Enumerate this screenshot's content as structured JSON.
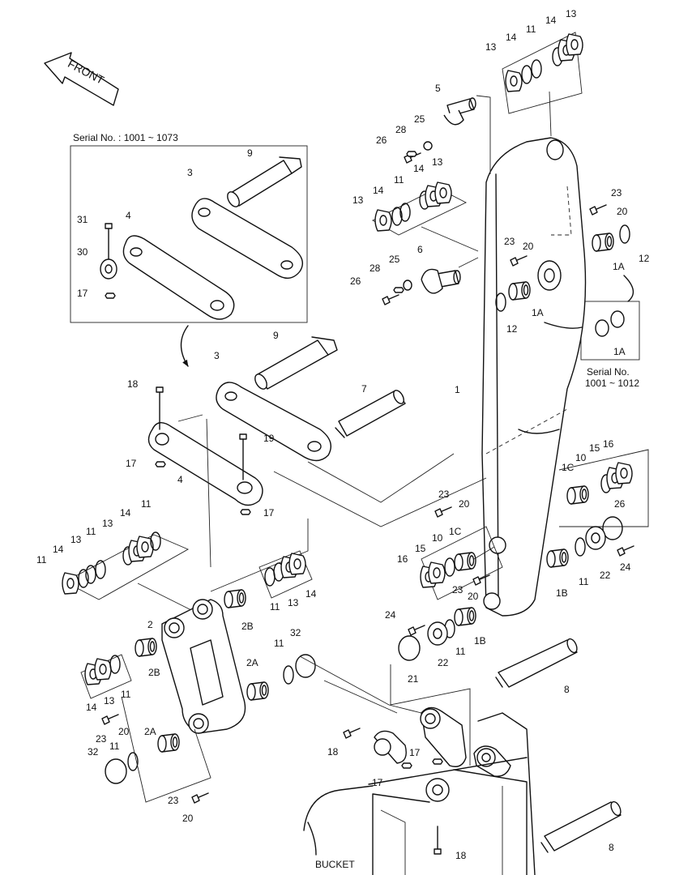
{
  "front_label": "FRONT",
  "inset_main_serial": "Serial No. : 1001 ~ 1073",
  "inset_small_serial_line1": "Serial No.",
  "inset_small_serial_line2": "1001 ~ 1012",
  "bucket_label": "BUCKET",
  "callouts": [
    {
      "id": "c13a",
      "text": "13"
    },
    {
      "id": "c14a",
      "text": "14"
    },
    {
      "id": "c11a",
      "text": "11"
    },
    {
      "id": "c13b",
      "text": "13"
    },
    {
      "id": "c14b",
      "text": "14"
    },
    {
      "id": "c5",
      "text": "5"
    },
    {
      "id": "c25a",
      "text": "25"
    },
    {
      "id": "c28a",
      "text": "28"
    },
    {
      "id": "c26a",
      "text": "26"
    },
    {
      "id": "c13c",
      "text": "13"
    },
    {
      "id": "c14c",
      "text": "14"
    },
    {
      "id": "c11c",
      "text": "11"
    },
    {
      "id": "c14d",
      "text": "14"
    },
    {
      "id": "c13d",
      "text": "13"
    },
    {
      "id": "c23a",
      "text": "23"
    },
    {
      "id": "c20a",
      "text": "20"
    },
    {
      "id": "c23b",
      "text": "23"
    },
    {
      "id": "c20b",
      "text": "20"
    },
    {
      "id": "c6",
      "text": "6"
    },
    {
      "id": "c25b",
      "text": "25"
    },
    {
      "id": "c28b",
      "text": "28"
    },
    {
      "id": "c26b",
      "text": "26"
    },
    {
      "id": "c1A_a",
      "text": "1A"
    },
    {
      "id": "c12a",
      "text": "12"
    },
    {
      "id": "c1A_b",
      "text": "1A"
    },
    {
      "id": "c12b",
      "text": "12"
    },
    {
      "id": "c1A_c",
      "text": "1A"
    },
    {
      "id": "c9a",
      "text": "9"
    },
    {
      "id": "c3a",
      "text": "3"
    },
    {
      "id": "c31",
      "text": "31"
    },
    {
      "id": "c4a",
      "text": "4"
    },
    {
      "id": "c30",
      "text": "30"
    },
    {
      "id": "c17a",
      "text": "17"
    },
    {
      "id": "c9b",
      "text": "9"
    },
    {
      "id": "c3b",
      "text": "3"
    },
    {
      "id": "c7",
      "text": "7"
    },
    {
      "id": "c1",
      "text": "1"
    },
    {
      "id": "c18a",
      "text": "18"
    },
    {
      "id": "c19",
      "text": "19"
    },
    {
      "id": "c17b",
      "text": "17"
    },
    {
      "id": "c4b",
      "text": "4"
    },
    {
      "id": "c17c",
      "text": "17"
    },
    {
      "id": "c16a",
      "text": "16"
    },
    {
      "id": "c15a",
      "text": "15"
    },
    {
      "id": "c10a",
      "text": "10"
    },
    {
      "id": "c1C_a",
      "text": "1C"
    },
    {
      "id": "c23c",
      "text": "23"
    },
    {
      "id": "c20c",
      "text": "20"
    },
    {
      "id": "c26c",
      "text": "26"
    },
    {
      "id": "c14e",
      "text": "14"
    },
    {
      "id": "c11e",
      "text": "11"
    },
    {
      "id": "c13e",
      "text": "13"
    },
    {
      "id": "c11f",
      "text": "11"
    },
    {
      "id": "c13f",
      "text": "13"
    },
    {
      "id": "c11g",
      "text": "11"
    },
    {
      "id": "c14f",
      "text": "14"
    },
    {
      "id": "c1C_b",
      "text": "1C"
    },
    {
      "id": "c10b",
      "text": "10"
    },
    {
      "id": "c15b",
      "text": "15"
    },
    {
      "id": "c16b",
      "text": "16"
    },
    {
      "id": "c11h",
      "text": "11"
    },
    {
      "id": "c22a",
      "text": "22"
    },
    {
      "id": "c24a",
      "text": "24"
    },
    {
      "id": "c1B_a",
      "text": "1B"
    },
    {
      "id": "c23d",
      "text": "23"
    },
    {
      "id": "c20d",
      "text": "20"
    },
    {
      "id": "c11i",
      "text": "11"
    },
    {
      "id": "c13g",
      "text": "13"
    },
    {
      "id": "c14g",
      "text": "14"
    },
    {
      "id": "c2",
      "text": "2"
    },
    {
      "id": "c2B_a",
      "text": "2B"
    },
    {
      "id": "c24b",
      "text": "24"
    },
    {
      "id": "c1B_b",
      "text": "1B"
    },
    {
      "id": "c22b",
      "text": "22"
    },
    {
      "id": "c11j",
      "text": "11"
    },
    {
      "id": "c21",
      "text": "21"
    },
    {
      "id": "c32a",
      "text": "32"
    },
    {
      "id": "c11k",
      "text": "11"
    },
    {
      "id": "c2A_a",
      "text": "2A"
    },
    {
      "id": "c2B_b",
      "text": "2B"
    },
    {
      "id": "c14h",
      "text": "14"
    },
    {
      "id": "c13h",
      "text": "13"
    },
    {
      "id": "c11l",
      "text": "11"
    },
    {
      "id": "c8a",
      "text": "8"
    },
    {
      "id": "c23e",
      "text": "23"
    },
    {
      "id": "c20e",
      "text": "20"
    },
    {
      "id": "c2A_b",
      "text": "2A"
    },
    {
      "id": "c18b",
      "text": "18"
    },
    {
      "id": "c17d",
      "text": "17"
    },
    {
      "id": "c32b",
      "text": "32"
    },
    {
      "id": "c11m",
      "text": "11"
    },
    {
      "id": "c17e",
      "text": "17"
    },
    {
      "id": "c23f",
      "text": "23"
    },
    {
      "id": "c20f",
      "text": "20"
    },
    {
      "id": "c8b",
      "text": "8"
    },
    {
      "id": "c18c",
      "text": "18"
    }
  ]
}
